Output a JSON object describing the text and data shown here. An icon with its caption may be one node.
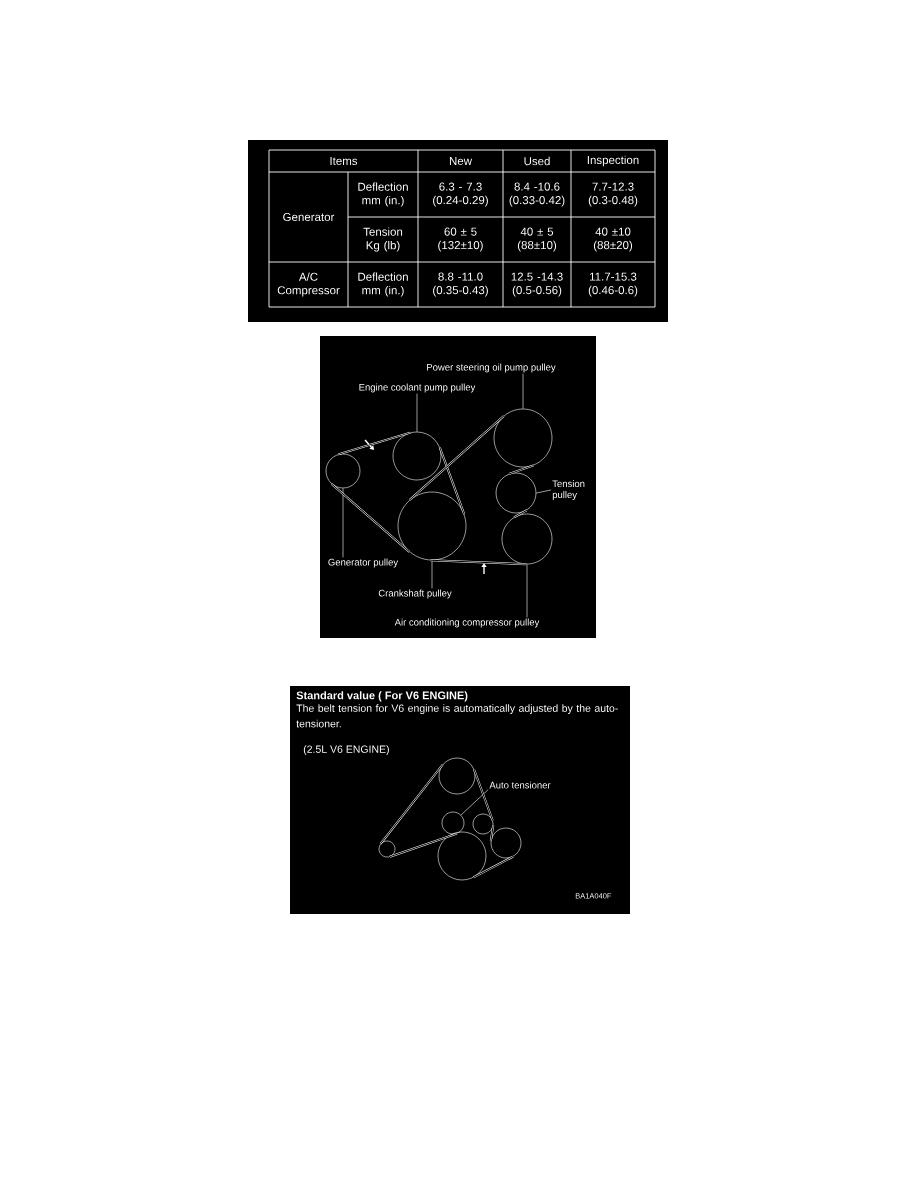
{
  "diagram": {
    "nodes": [
      {
        "text": [
          "Power steering oil pump pulley"
        ]
      },
      {
        "text": [
          "Engine coolant pump pulley"
        ]
      },
      {
        "text": [
          "Tension pulley"
        ]
      },
      {
        "text": [
          "Generator pulley"
        ]
      },
      {
        "text": [
          "Crankshaft pulley"
        ]
      },
      {
        "text": [
          "Air conditioning compressor pulley"
        ]
      },
      {
        "text": [],
        "shape": "circle"
      },
      {
        "text": [],
        "shape": "circle"
      },
      {
        "text": [],
        "shape": "circle"
      },
      {
        "text": [],
        "shape": "circle"
      },
      {
        "text": [],
        "shape": "circle"
      },
      {
        "text": [],
        "shape": "circle"
      },
      {
        "text": [
          "Auto tensioner"
        ]
      },
      {
        "text": [],
        "shape": "circle"
      },
      {
        "text": [],
        "shape": "circle"
      },
      {
        "text": [],
        "shape": "circle"
      },
      {
        "text": [],
        "shape": "circle"
      },
      {
        "text": [],
        "shape": "circle"
      },
      {
        "text": [],
        "shape": "circle"
      }
    ],
    "edges": [
      {
        "from": 0,
        "to": 10,
        "arrow": "none"
      },
      {
        "from": 1,
        "to": 7,
        "arrow": "none"
      },
      {
        "from": 2,
        "to": 9,
        "arrow": "none"
      },
      {
        "from": 3,
        "to": 6,
        "arrow": "none"
      },
      {
        "from": 4,
        "to": 8,
        "arrow": "none"
      },
      {
        "from": 5,
        "to": 11,
        "arrow": "none"
      },
      {
        "from": 12,
        "to": 14,
        "arrow": "none"
      },
      {
        "from": 6,
        "to": 7,
        "arrow": "none"
      },
      {
        "from": 7,
        "to": 8,
        "arrow": "none"
      },
      {
        "from": 8,
        "to": 10,
        "arrow": "none"
      },
      {
        "from": 6,
        "to": 8,
        "arrow": "none"
      },
      {
        "from": 8,
        "to": 11,
        "arrow": "none"
      },
      {
        "from": 10,
        "to": 9,
        "arrow": "none"
      },
      {
        "from": 9,
        "to": 11,
        "arrow": "none"
      },
      {
        "from": 13,
        "to": 15,
        "arrow": "none"
      },
      {
        "from": 13,
        "to": 14,
        "arrow": "none"
      },
      {
        "from": 15,
        "to": 17,
        "arrow": "none"
      },
      {
        "from": 17,
        "to": 18,
        "arrow": "none"
      },
      {
        "from": 18,
        "to": 16,
        "arrow": "none"
      }
    ],
    "labels": [
      "Items",
      "New",
      "Used",
      "Inspection",
      "Generator",
      "Deflection mm (in.)",
      "6.3 - 7.3 (0.24-0.29)",
      "8.4 -10.6 (0.33-0.42)",
      "7.7-12.3 (0.3-0.48)",
      "Tension Kg (lb)",
      "60 ± 5 (132±10)",
      "40 ± 5 (88±10)",
      "40 ±10 (88±20)",
      "A/C Compressor",
      "Deflection mm (in.)",
      "8.8 -11.0 (0.35-0.43)",
      "12.5 -14.3 (0.5-0.56)",
      "11.7-15.3 (0.46-0.6)",
      "Standard value ( For V6 ENGINE)",
      "The belt tension for V6 engine is automatically adjusted by the auto-tensioner.",
      "(2.5L V6 ENGINE)",
      "BA1A040F"
    ]
  }
}
